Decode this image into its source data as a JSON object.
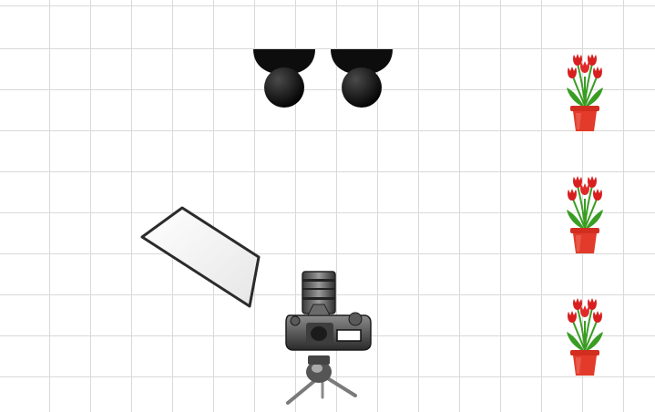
{
  "diagram": {
    "kind": "photography-studio-lighting-setup",
    "items": [
      {
        "name": "light-1",
        "icon": "studio-light-icon"
      },
      {
        "name": "light-2",
        "icon": "studio-light-icon"
      },
      {
        "name": "reflector",
        "icon": "reflector-panel-icon"
      },
      {
        "name": "camera",
        "icon": "dslr-camera-on-tripod-icon"
      },
      {
        "name": "flowers-1",
        "icon": "potted-tulips-icon"
      },
      {
        "name": "flowers-2",
        "icon": "potted-tulips-icon"
      },
      {
        "name": "flowers-3",
        "icon": "potted-tulips-icon"
      }
    ],
    "colors": {
      "grid": "#d9d9d9",
      "light": "#111111",
      "reflector_fill": "#f7f7f7",
      "reflector_edge": "#222222",
      "pot": "#e23b2b",
      "petal": "#d81f1f",
      "leaf": "#3a9d23"
    }
  }
}
